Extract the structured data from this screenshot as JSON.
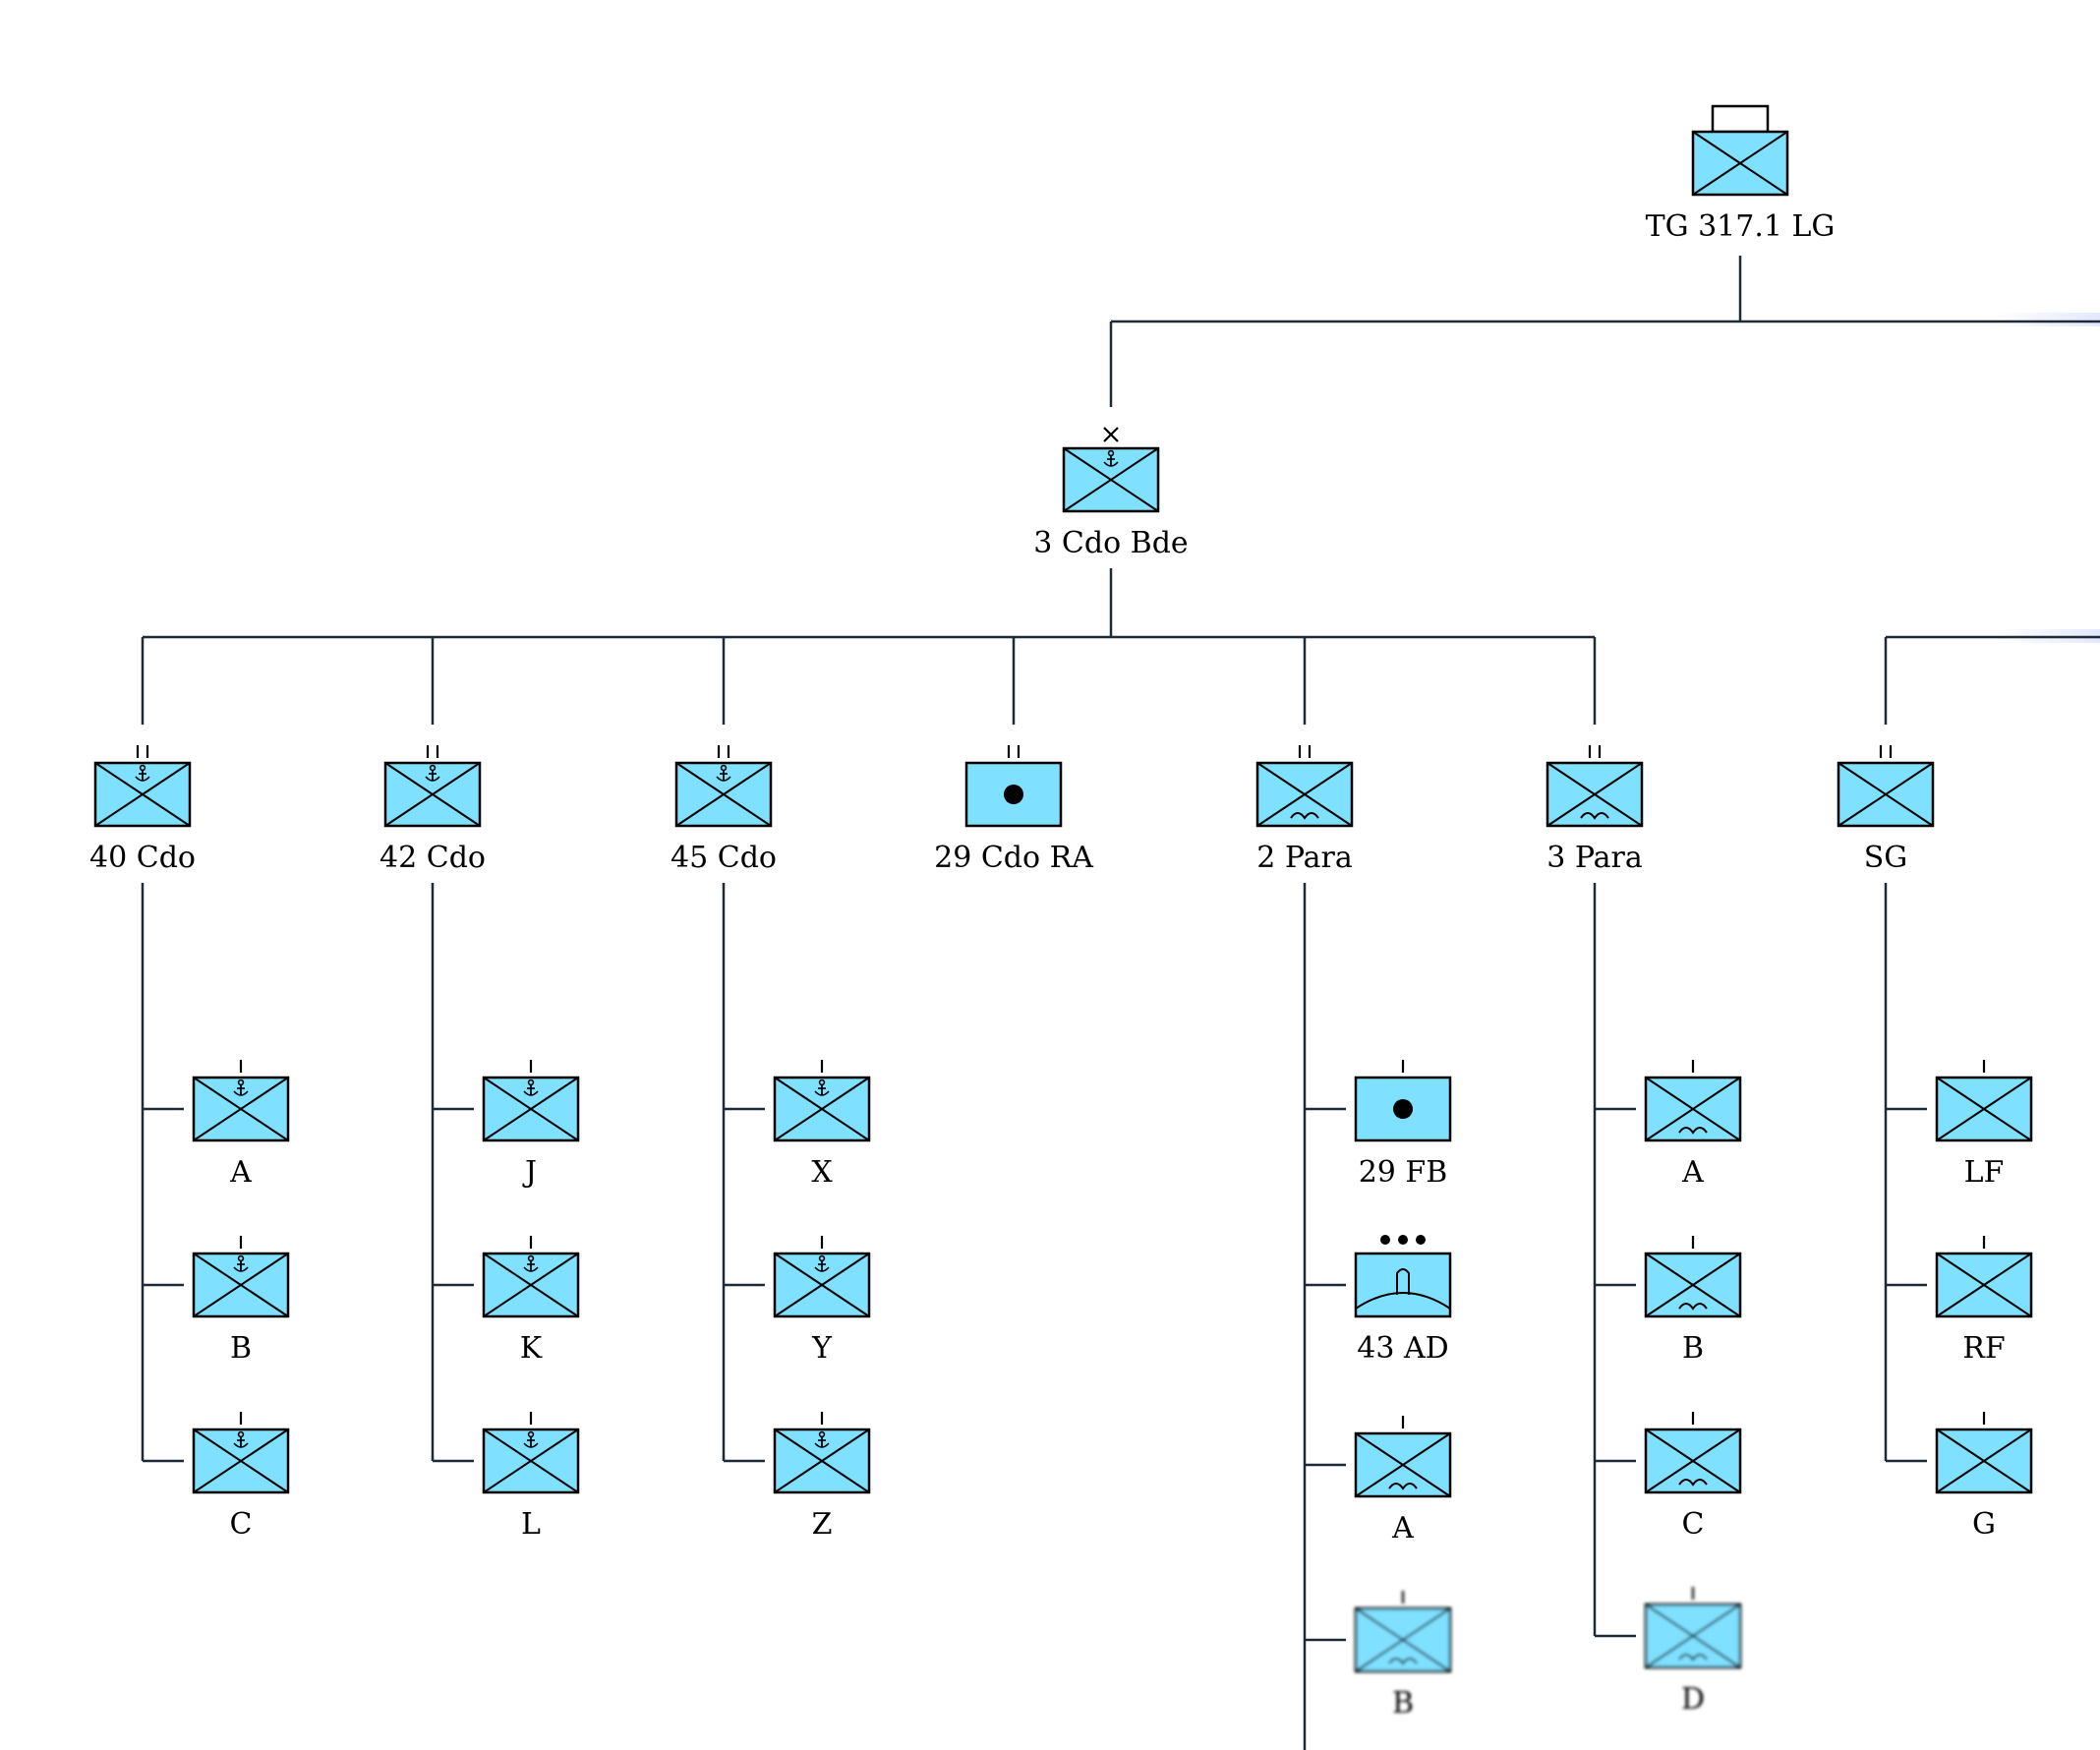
{
  "colors": {
    "friendly_fill": "#80E0FF",
    "frame": "#000000",
    "connector": "#1F2A37",
    "faint_highlight": "#E3E8FF"
  },
  "symbol_modifiers": {
    "hq": "task-group-headquarters",
    "brigade": "echelon-brigade-x",
    "battalion": "echelon-battalion-ii",
    "company": "echelon-company-i",
    "amphibious": "anchor-icon",
    "airborne": "parachute-icon",
    "artillery": "artillery-dot-icon",
    "air_defense": "air-defense-dome-icon",
    "infantry": "infantry-cross-icon"
  },
  "root": {
    "label": "TG 317.1 LG"
  },
  "brigade": {
    "label": "3 Cdo Bde"
  },
  "units": {
    "cdo40": {
      "label": "40 Cdo",
      "companies": [
        "A",
        "B",
        "C"
      ]
    },
    "cdo42": {
      "label": "42 Cdo",
      "companies": [
        "J",
        "K",
        "L"
      ]
    },
    "cdo45": {
      "label": "45 Cdo",
      "companies": [
        "X",
        "Y",
        "Z"
      ]
    },
    "ra29": {
      "label": "29 Cdo RA"
    },
    "para2": {
      "label": "2 Para",
      "children": [
        "29 FB",
        "43 AD",
        "A",
        "B"
      ]
    },
    "para3": {
      "label": "3 Para",
      "companies": [
        "A",
        "B",
        "C",
        "D"
      ]
    },
    "sg": {
      "label": "SG",
      "companies": [
        "LF",
        "RF",
        "G"
      ]
    }
  }
}
